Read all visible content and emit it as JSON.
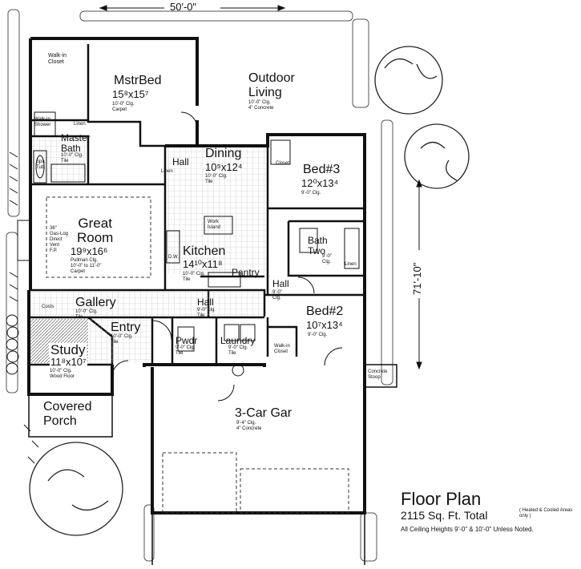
{
  "plan": {
    "width_dim": "50'-0\"",
    "depth_dim": "71'-10\"",
    "title": "Floor Plan",
    "total": "2115 Sq. Ft. Total",
    "heated_note": "( Heated & Cooled Areas only )",
    "ceiling_note": "All Ceiling Heights 9'-0\" & 10'-0\" Unless Noted."
  },
  "rooms": {
    "mstr_bed": {
      "name": "MstrBed",
      "size": "15⁸x15⁷",
      "notes": "10'-0\" Clg.\nCarpet"
    },
    "walkin_closet_mb": {
      "name": "Walk-in\nCloset"
    },
    "walkin_shower": {
      "name": "Walk-in\nShower"
    },
    "linen_mb": {
      "name": "Linen"
    },
    "master_bath": {
      "name": "Master\nBath",
      "notes": "10'-0\" Clg.\nTile"
    },
    "spa_tub": {
      "name": "Spa\nTub"
    },
    "outdoor_living": {
      "name": "Outdoor\nLiving",
      "notes": "10'-0\" Clg.\n4\" Concrete"
    },
    "hall_top": {
      "name": "Hall"
    },
    "linen_hall": {
      "name": "Linen"
    },
    "dining": {
      "name": "Dining",
      "size": "10⁵x12⁴",
      "notes": "10'-0\" Clg.\nTile"
    },
    "closet_bed3": {
      "name": "Closet"
    },
    "bed3": {
      "name": "Bed#3",
      "size": "12⁰x13⁴",
      "notes": "9'-0\" Clg."
    },
    "great_room": {
      "name": "Great\nRoom",
      "size": "19⁹x16⁶",
      "notes": "Pullman Clg.\n10'-0\" to 11'-0\"\nCarpet"
    },
    "fireplace": {
      "name": "36\"\nGas-Log\nDirect\nVent\nF.P."
    },
    "work_island": {
      "name": "Work\nIsland"
    },
    "dw": {
      "name": "D.W."
    },
    "kitchen": {
      "name": "Kitchen",
      "size": "14¹⁰x11⁸",
      "notes": "10'-0\" Clg.\nTile"
    },
    "pantry": {
      "name": "Pantry"
    },
    "bath_two": {
      "name": "Bath\nTwo",
      "notes": "9'-0\"\nClg."
    },
    "linen_bath2": {
      "name": "Linen"
    },
    "hall_right": {
      "name": "Hall",
      "notes": "9'-0\"\nClg."
    },
    "costs": {
      "name": "Costs"
    },
    "gallery": {
      "name": "Gallery",
      "notes": "10'-0\" Clg.\nTile"
    },
    "hall_mid": {
      "name": "Hall",
      "notes": "9'-0\" clg.\nTile"
    },
    "bed2": {
      "name": "Bed#2",
      "size": "10⁷x13⁴",
      "notes": "9'-0\" Clg."
    },
    "entry": {
      "name": "Entry",
      "notes": "10'-0\" Clg.\nTile"
    },
    "pwdr": {
      "name": "Pwdr",
      "notes": "9'-0\" Clg.\nTile"
    },
    "laundry": {
      "name": "Laundry",
      "notes": "9'-0\" Clg.\nTile"
    },
    "walkin_closet_b2": {
      "name": "Walk-in\nCloset"
    },
    "study": {
      "name": "Study",
      "size": "11⁸x10⁷",
      "notes": "10'-0\" Clg.\nWood Floor"
    },
    "concrete_stoop": {
      "name": "Concrete\nStoop"
    },
    "covered_porch": {
      "name": "Covered\nPorch"
    },
    "garage": {
      "name": "3-Car Gar",
      "notes": "9'-4\" Clg.\n4\" Concrete"
    }
  }
}
